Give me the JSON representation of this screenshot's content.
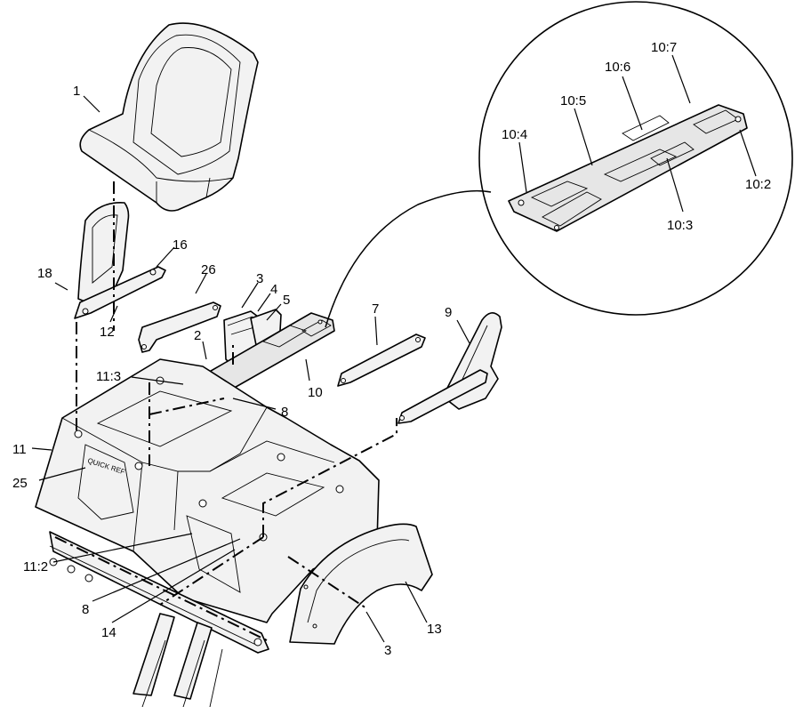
{
  "callouts": {
    "c1": "1",
    "c16": "16",
    "c18": "18",
    "c12": "12",
    "c26": "26",
    "c3_top": "3",
    "c4": "4",
    "c5": "5",
    "c2": "2",
    "c7": "7",
    "c9": "9",
    "c11_3": "11:3",
    "c8_top": "8",
    "c10": "10",
    "c11": "11",
    "c25": "25",
    "c11_2": "11:2",
    "c8_bottom": "8",
    "c14": "14",
    "c3_bottom": "3",
    "c13": "13",
    "c10_4": "10:4",
    "c10_5": "10:5",
    "c10_6": "10:6",
    "c10_7": "10:7",
    "c10_2": "10:2",
    "c10_3": "10:3"
  },
  "decal": {
    "quick_ref": "QUICK  REF"
  }
}
